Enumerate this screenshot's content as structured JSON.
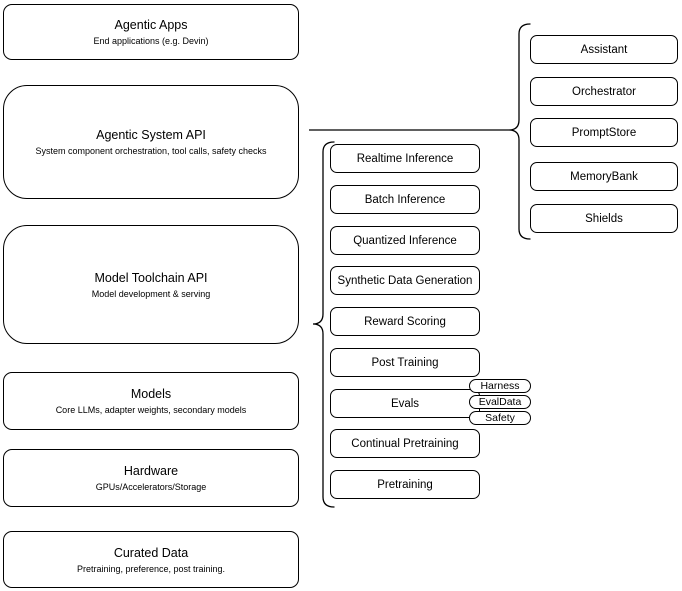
{
  "colors": {
    "background": "#ffffff",
    "stroke": "#000000",
    "text": "#000000"
  },
  "layers": [
    {
      "title": "Agentic Apps",
      "subtitle": "End applications (e.g. Devin)"
    },
    {
      "title": "Agentic System API",
      "subtitle": "System component orchestration, tool calls, safety checks"
    },
    {
      "title": "Model Toolchain API",
      "subtitle": "Model development & serving"
    },
    {
      "title": "Models",
      "subtitle": "Core LLMs, adapter weights, secondary models"
    },
    {
      "title": "Hardware",
      "subtitle": "GPUs/Accelerators/Storage"
    },
    {
      "title": "Curated Data",
      "subtitle": "Pretraining, preference, post training."
    }
  ],
  "toolchain_items": [
    {
      "label": "Realtime Inference"
    },
    {
      "label": "Batch Inference"
    },
    {
      "label": "Quantized Inference"
    },
    {
      "label": "Synthetic Data Generation"
    },
    {
      "label": "Reward Scoring"
    },
    {
      "label": "Post Training"
    },
    {
      "label": "Evals"
    },
    {
      "label": "Continual Pretraining"
    },
    {
      "label": "Pretraining"
    }
  ],
  "eval_tags": [
    {
      "label": "Harness"
    },
    {
      "label": "EvalData"
    },
    {
      "label": "Safety"
    }
  ],
  "system_components": [
    {
      "label": "Assistant"
    },
    {
      "label": "Orchestrator"
    },
    {
      "label": "PromptStore"
    },
    {
      "label": "MemoryBank"
    },
    {
      "label": "Shields"
    }
  ]
}
